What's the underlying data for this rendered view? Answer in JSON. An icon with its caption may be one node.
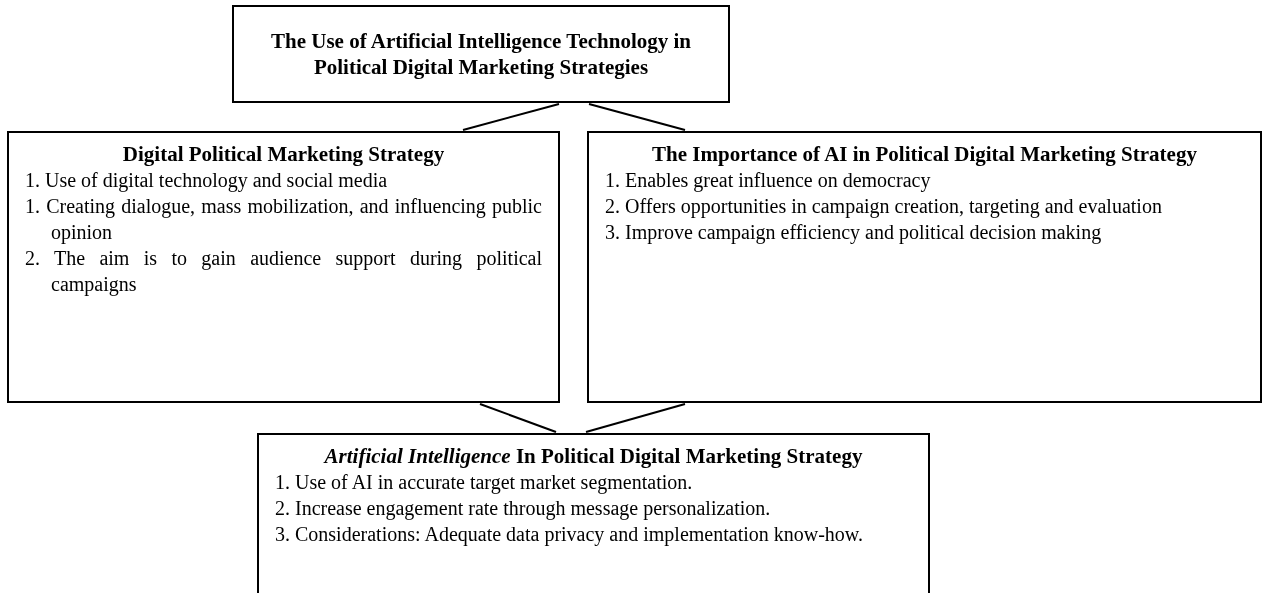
{
  "diagram": {
    "nodes": [
      {
        "text": [
          "The Use of Artificial Intelligence Technology in Political Digital Marketing Strategies"
        ]
      },
      {
        "text": [
          "Digital Political Marketing Strategy",
          "1. Use of digital technology and social media",
          "1. Creating dialogue, mass mobilization, and influencing public opinion",
          "2. The aim is to gain audience support during political campaigns"
        ]
      },
      {
        "text": [
          "The Importance of AI in Political Digital Marketing Strategy",
          "1. Enables great influence on democracy",
          "2. Offers opportunities in campaign creation, targeting and evaluation",
          "3. Improve campaign efficiency and political decision making"
        ]
      },
      {
        "text": [
          "*Artificial Intelligence* In Political Digital Marketing Strategy",
          "1. Use of AI in accurate target market segmentation.",
          "2. Increase engagement rate through message personalization.",
          "3. Considerations: Adequate data privacy and implementation know-how."
        ]
      }
    ],
    "edges": [
      {
        "from": 0,
        "to": 1,
        "arrow": "none"
      },
      {
        "from": 0,
        "to": 2,
        "arrow": "none"
      },
      {
        "from": 1,
        "to": 3,
        "arrow": "none"
      },
      {
        "from": 2,
        "to": 3,
        "arrow": "none"
      }
    ]
  }
}
